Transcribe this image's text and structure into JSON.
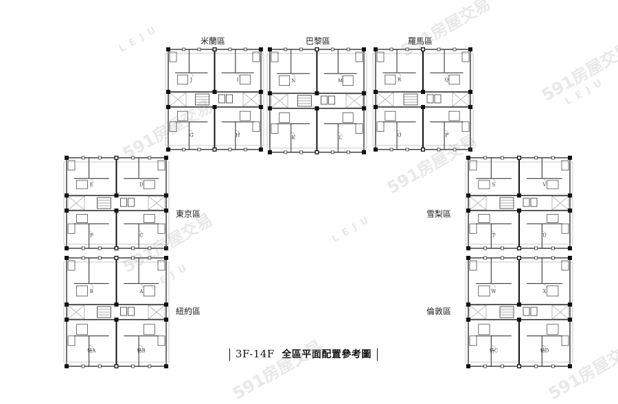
{
  "title": {
    "floors": "3F-14F",
    "text": "全區平面配置參考圖"
  },
  "zones": [
    {
      "id": "milan",
      "label": "米蘭區",
      "units": [
        "J",
        "I",
        "G",
        "H"
      ]
    },
    {
      "id": "paris",
      "label": "巴黎區",
      "units": [
        "N",
        "M",
        "K",
        "L"
      ]
    },
    {
      "id": "rome",
      "label": "羅馬區",
      "units": [
        "R",
        "Q",
        "O",
        "P"
      ]
    },
    {
      "id": "tokyo",
      "label": "東京區",
      "units": [
        "E",
        "D",
        "F",
        "C"
      ]
    },
    {
      "id": "newyork",
      "label": "紐約區",
      "units": [
        "B",
        "A",
        "特A",
        "特B"
      ]
    },
    {
      "id": "sydney",
      "label": "雪梨區",
      "units": [
        "S",
        "V",
        "T",
        "U"
      ]
    },
    {
      "id": "london",
      "label": "倫敦區",
      "units": [
        "W",
        "X",
        "特C",
        "特D"
      ]
    }
  ],
  "watermarks": {
    "brand": "591房屋交易",
    "partner": "LEJU"
  }
}
